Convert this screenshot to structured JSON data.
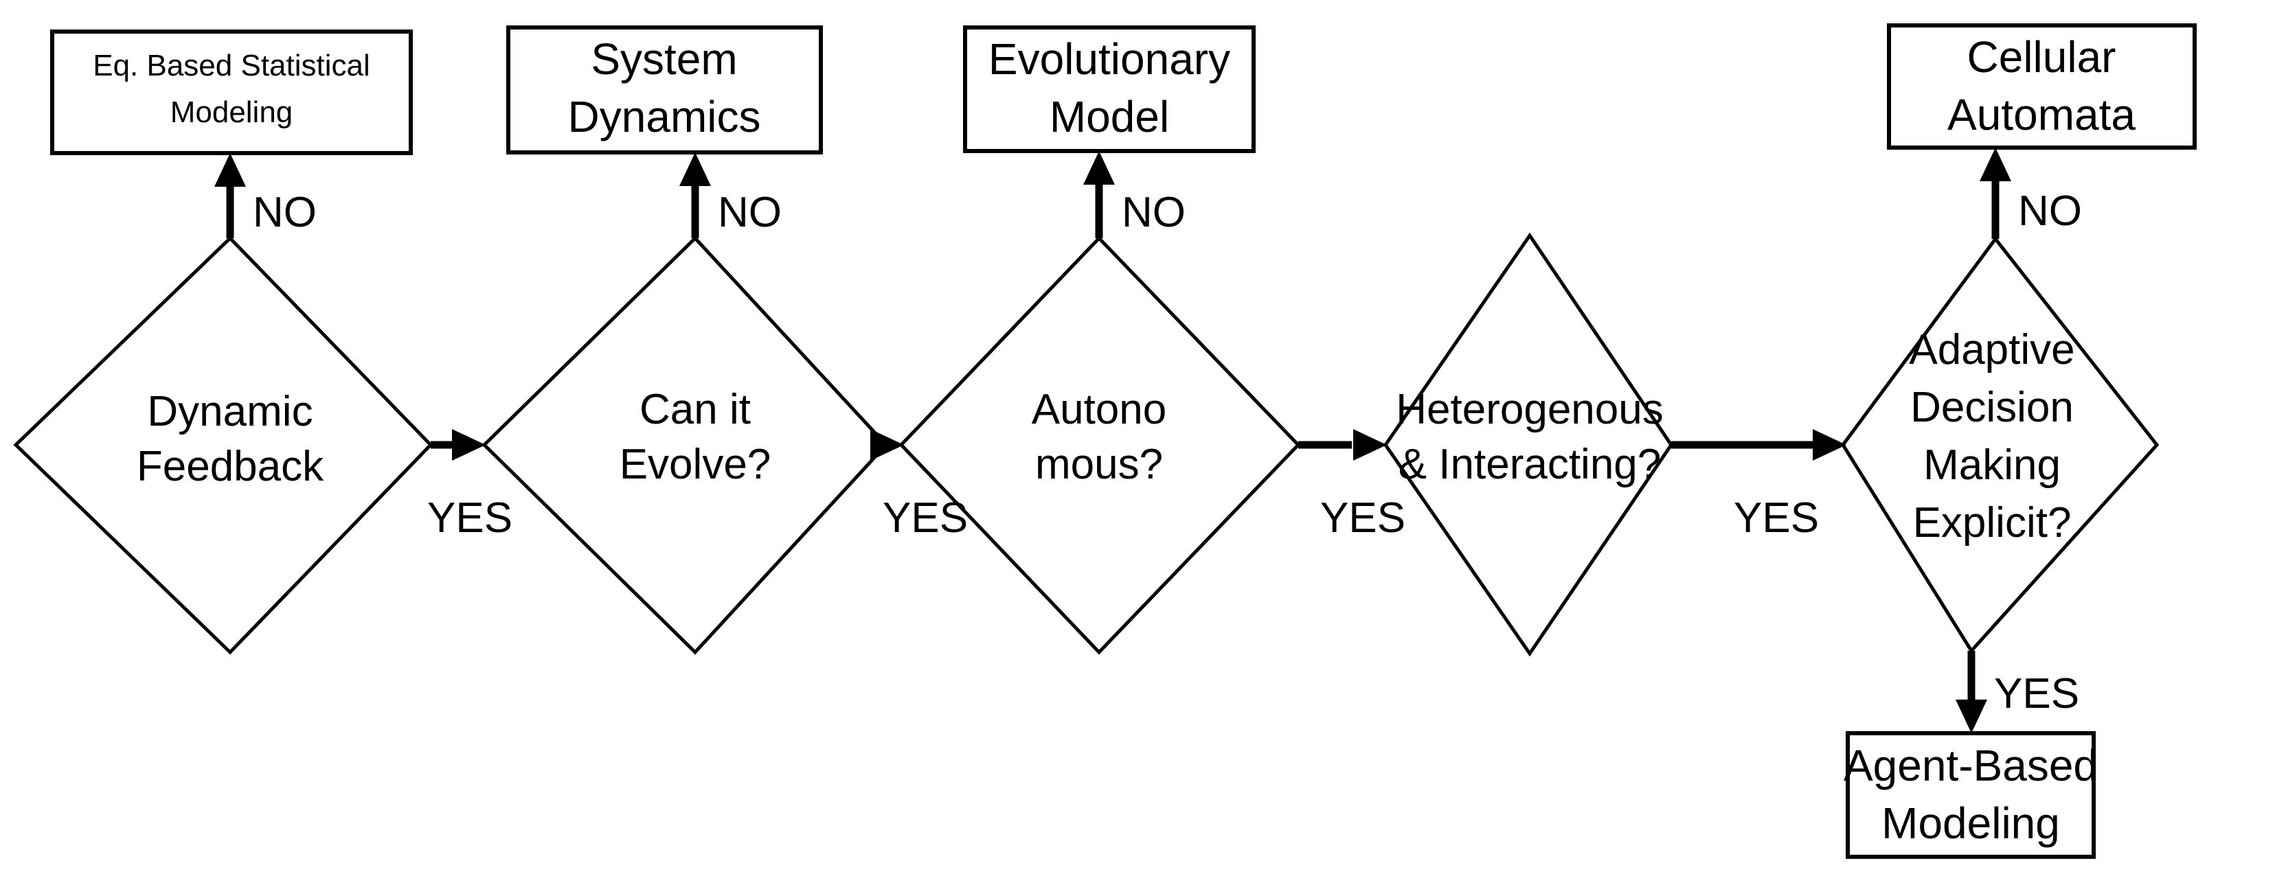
{
  "diagram": {
    "title": "Modeling Approach Selection Flowchart",
    "background_color": "#ffffff",
    "line_color": "#000000",
    "terminal_nodes": [
      {
        "id": "eq-based-statistical-modeling",
        "lines": [
          "Eq. Based Statistical",
          "Modeling"
        ]
      },
      {
        "id": "system-dynamics",
        "lines": [
          "System",
          "Dynamics"
        ]
      },
      {
        "id": "evolutionary-model",
        "lines": [
          "Evolutionary",
          "Model"
        ]
      },
      {
        "id": "cellular-automata",
        "lines": [
          "Cellular",
          "Automata"
        ]
      },
      {
        "id": "agent-based-modeling",
        "lines": [
          "Agent-Based",
          "Modeling"
        ]
      }
    ],
    "decision_nodes": [
      {
        "id": "dynamic-feedback",
        "lines": [
          "Dynamic",
          "Feedback"
        ]
      },
      {
        "id": "can-it-evolve",
        "lines": [
          "Can it",
          "Evolve?"
        ]
      },
      {
        "id": "autonomous",
        "lines": [
          "Autono",
          "mous?"
        ]
      },
      {
        "id": "heterogenous-interacting",
        "lines": [
          "Heterogenous",
          "& Interacting?"
        ]
      },
      {
        "id": "adaptive-decision-making-explicit",
        "lines": [
          "Adaptive",
          "Decision",
          "Making",
          "Explicit?"
        ]
      }
    ],
    "edge_labels": {
      "no_1": "NO",
      "no_2": "NO",
      "no_3": "NO",
      "no_5": "NO",
      "yes_1": "YES",
      "yes_2": "YES",
      "yes_3": "YES",
      "yes_4": "YES",
      "yes_5": "YES"
    }
  }
}
